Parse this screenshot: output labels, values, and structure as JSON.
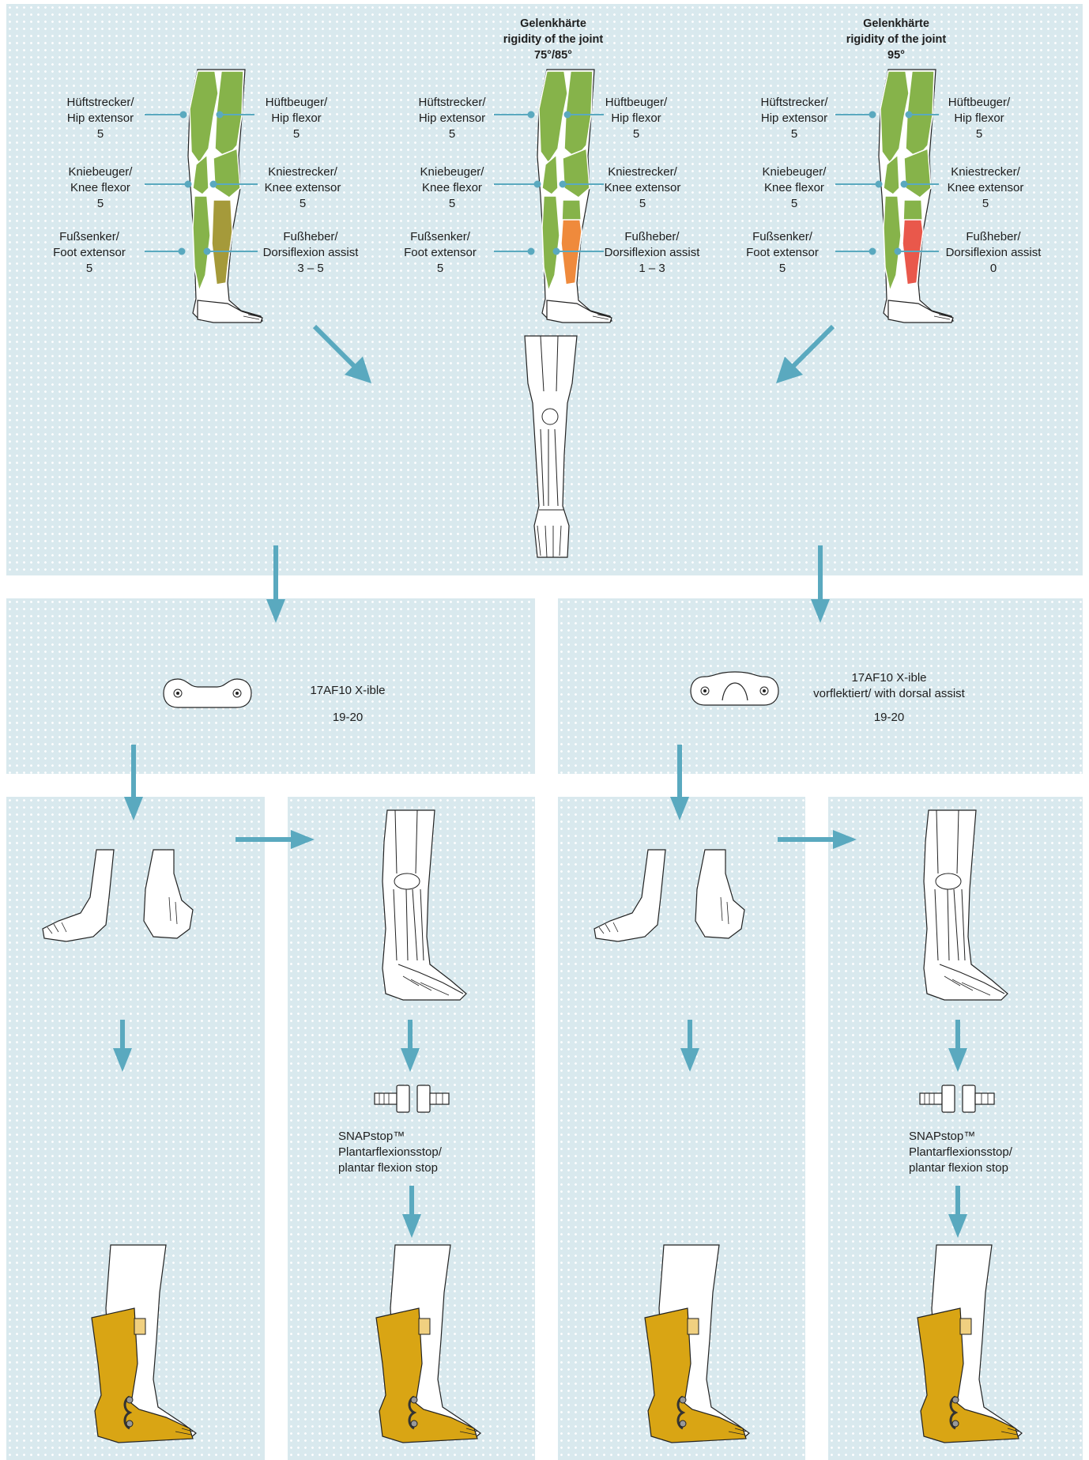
{
  "colors": {
    "panel_bg": "#d9e9ee",
    "arrow": "#5aa9bf",
    "muscle_normal": "#86b34a",
    "muscle_weak": "#a59a3a",
    "muscle_weaker": "#ef8a3c",
    "muscle_paralyzed": "#e9584b",
    "orthosis": "#d9a514"
  },
  "columns": [
    {
      "id": "left",
      "header": null,
      "hip_extensor": [
        "Hüftstrecker/",
        "Hip extensor",
        "5"
      ],
      "hip_flexor": [
        "Hüftbeuger/",
        "Hip flexor",
        "5"
      ],
      "knee_flexor": [
        "Kniebeuger/",
        "Knee flexor",
        "5"
      ],
      "knee_extensor": [
        "Kniestrecker/",
        "Knee extensor",
        "5"
      ],
      "foot_extensor": [
        "Fußsenker/",
        "Foot extensor",
        "5"
      ],
      "dorsiflexion": [
        "Fußheber/",
        "Dorsiflexion assist",
        "3 – 5"
      ]
    },
    {
      "id": "middle",
      "header": [
        "Gelenkhärte",
        "rigidity of the joint",
        "75°/85°"
      ],
      "hip_extensor": [
        "Hüftstrecker/",
        "Hip extensor",
        "5"
      ],
      "hip_flexor": [
        "Hüftbeuger/",
        "Hip flexor",
        "5"
      ],
      "knee_flexor": [
        "Kniebeuger/",
        "Knee flexor",
        "5"
      ],
      "knee_extensor": [
        "Kniestrecker/",
        "Knee extensor",
        "5"
      ],
      "foot_extensor": [
        "Fußsenker/",
        "Foot extensor",
        "5"
      ],
      "dorsiflexion": [
        "Fußheber/",
        "Dorsiflexion assist",
        "1 – 3"
      ]
    },
    {
      "id": "right",
      "header": [
        "Gelenkhärte",
        "rigidity of the joint",
        "95°"
      ],
      "hip_extensor": [
        "Hüftstrecker/",
        "Hip extensor",
        "5"
      ],
      "hip_flexor": [
        "Hüftbeuger/",
        "Hip flexor",
        "5"
      ],
      "knee_flexor": [
        "Kniebeuger/",
        "Knee flexor",
        "5"
      ],
      "knee_extensor": [
        "Kniestrecker/",
        "Knee extensor",
        "5"
      ],
      "foot_extensor": [
        "Fußsenker/",
        "Foot extensor",
        "5"
      ],
      "dorsiflexion": [
        "Fußheber/",
        "Dorsiflexion assist",
        "0"
      ]
    }
  ],
  "joints": {
    "left": {
      "name": "17AF10 X-ible",
      "size": "19-20"
    },
    "right": {
      "name_line1": "17AF10 X-ible",
      "name_line2": "vorflektiert/ with dorsal assist",
      "size": "19-20"
    }
  },
  "snapstop": {
    "line1": "SNAPstop™",
    "line2": "Plantarflexionsstop/",
    "line3": "plantar flexion stop"
  }
}
